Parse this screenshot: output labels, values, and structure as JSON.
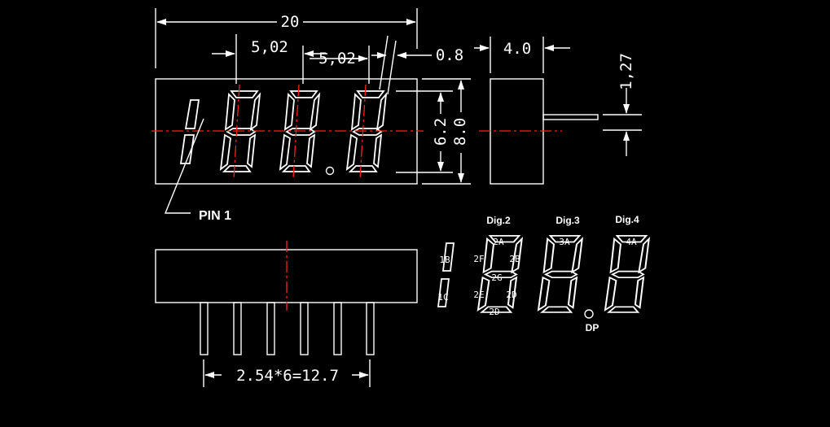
{
  "dimensions": {
    "width_total": "20",
    "pitch_1": "5,02",
    "pitch_2": "5,02",
    "segment_width": "0.8",
    "side_depth": "4.0",
    "pin_pitch": "1,27",
    "digit_height": "6.2",
    "body_height": "8.0",
    "pin_row": "2.54*6=12.7"
  },
  "labels": {
    "pin1": "PIN 1",
    "dp": "DP"
  },
  "digits": [
    {
      "name": "Dig.2",
      "segments": {
        "a": "2A",
        "b": "2B",
        "c": "2D",
        "d": "2D",
        "e": "2E",
        "f": "2F",
        "g": "2G"
      }
    },
    {
      "name": "Dig.3",
      "segments": {
        "a": "3A"
      }
    },
    {
      "name": "Dig.4",
      "segments": {
        "a": "4A"
      }
    }
  ],
  "digit1_segments": {
    "b": "1B",
    "c": "1C"
  },
  "colors": {
    "background": "#000000",
    "outline": "#ffffff",
    "centerline": "#ff1e1e"
  }
}
